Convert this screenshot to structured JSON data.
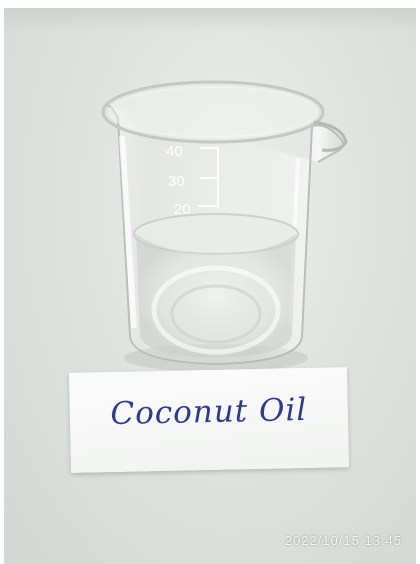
{
  "label": {
    "text": "Coconut Oil"
  },
  "beaker": {
    "graduations": [
      "40",
      "30",
      "20"
    ]
  },
  "photo": {
    "timestamp": "2022/10/15  13:45"
  }
}
